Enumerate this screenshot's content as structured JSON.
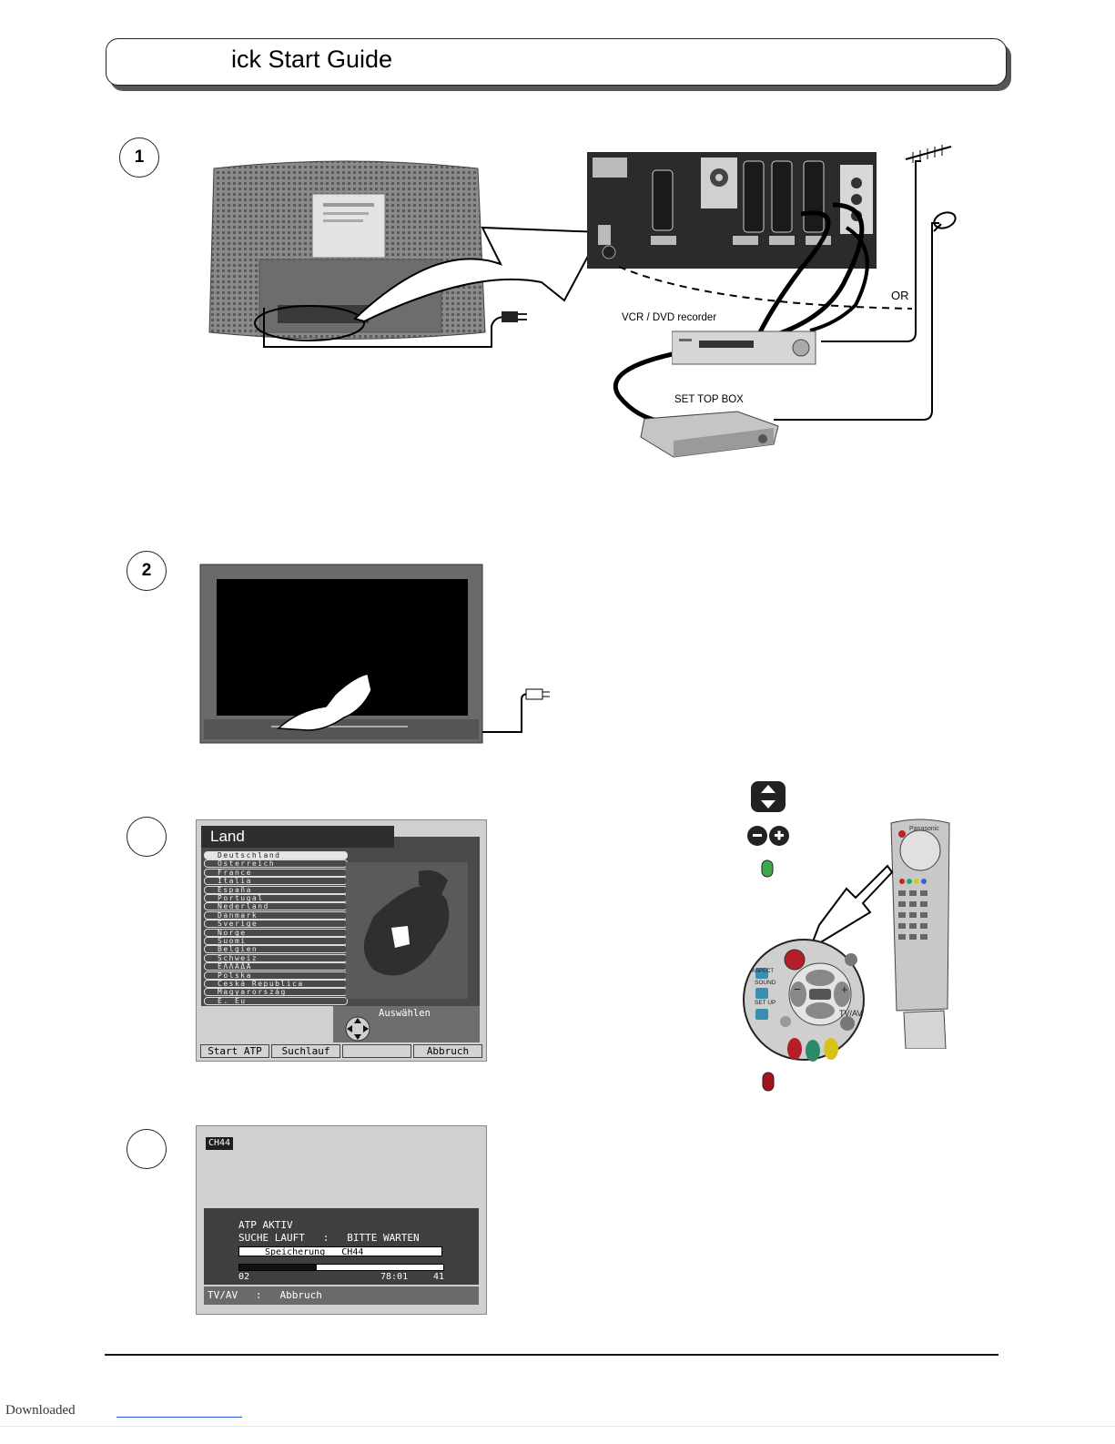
{
  "header": {
    "title": "ick Start Guide"
  },
  "steps": {
    "one": "1",
    "two": "2"
  },
  "diagram1": {
    "vcr_label": "VCR / DVD recorder",
    "stb_label": "SET TOP BOX",
    "or_label": "OR"
  },
  "land_menu": {
    "title": "Land",
    "countries": [
      "Deutschland",
      "Österreich",
      "France",
      "Italia",
      "España",
      "Portugal",
      "Nederland",
      "Danmark",
      "Sverige",
      "Norge",
      "Suomi",
      "Belgien",
      "Schweiz",
      "ΕΛΛΑΔΑ",
      "Polska",
      "Česká Republica",
      "Magyarország",
      "E. Eu"
    ],
    "select_hint": "Auswählen",
    "buttons": [
      "Start ATP",
      "Suchlauf",
      "",
      "Abbruch"
    ]
  },
  "atp_screen": {
    "channel_tag": "CH44",
    "line1": "ATP AKTIV",
    "line2": "SUCHE LAUFT   :   BITTE WARTEN",
    "saving": "Speicherung   CH44",
    "progress_fraction": 0.38,
    "status_left": "02",
    "status_mid": "78:01",
    "status_right": "41",
    "footer": "TV/AV   :   Abbruch"
  },
  "remote": {
    "brand": "Panasonic",
    "aspect_label": "ASPECT",
    "sound_label": "SOUND",
    "setup_label": "SET UP",
    "tvav_label": "TV/AV",
    "minus": "−",
    "plus": "+"
  },
  "footer": {
    "downloaded": "Downloaded"
  }
}
